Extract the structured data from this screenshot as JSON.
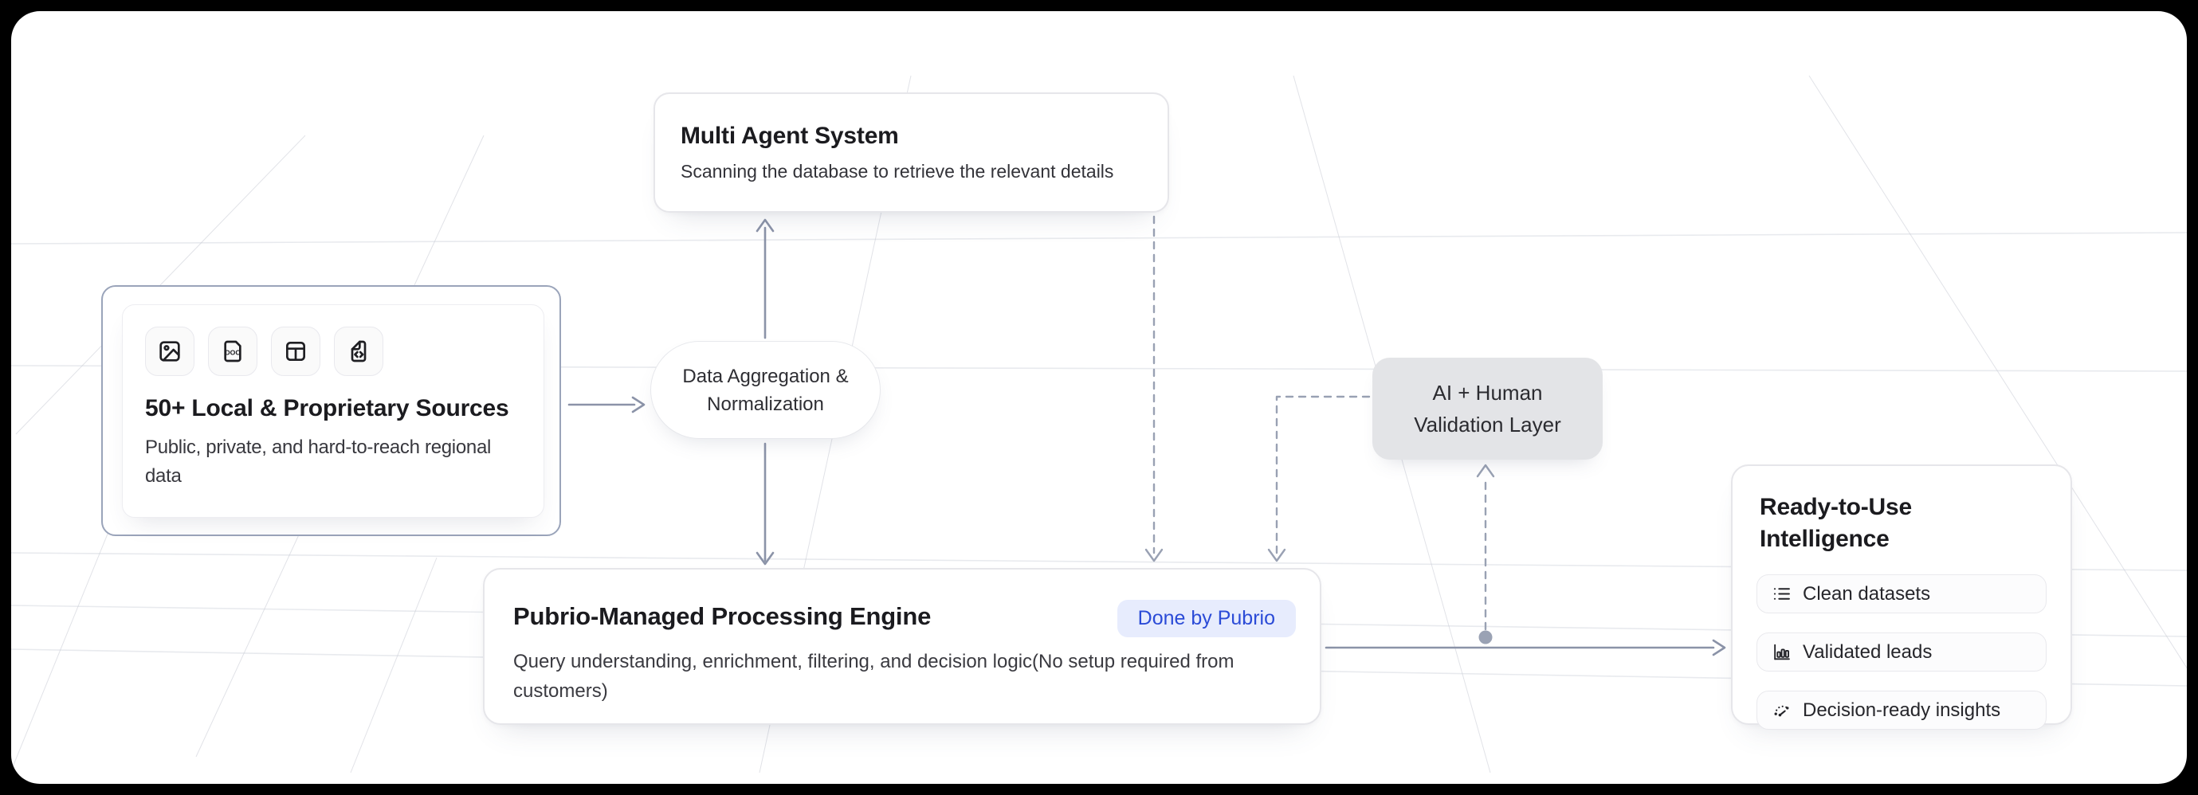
{
  "colors": {
    "accent_blue": "#2b4bd7",
    "badge_bg": "#e7ecfd",
    "connector_solid": "#8b93a8",
    "connector_dashed": "#99a1b3",
    "validation_bg": "#e3e4e7"
  },
  "nodes": {
    "multi_agent": {
      "title": "Multi Agent System",
      "subtitle": "Scanning the database to retrieve the relevant details"
    },
    "sources": {
      "title": "50+ Local & Proprietary Sources",
      "subtitle": "Public, private, and hard-to-reach regional data",
      "icons": [
        "image-icon",
        "doc-file-icon",
        "table-layout-icon",
        "code-file-icon"
      ]
    },
    "aggregation": {
      "label": "Data Aggregation & Normalization"
    },
    "validation": {
      "label": "AI + Human Validation Layer"
    },
    "engine": {
      "title": "Pubrio-Managed Processing Engine",
      "badge": "Done by Pubrio",
      "subtitle": "Query understanding, enrichment, filtering, and decision logic(No setup required from customers)"
    },
    "intelligence": {
      "title": "Ready-to-Use Intelligence",
      "items": [
        {
          "icon": "list-icon",
          "label": "Clean datasets"
        },
        {
          "icon": "bar-chart-icon",
          "label": "Validated leads"
        },
        {
          "icon": "gauge-icon",
          "label": "Decision-ready insights"
        }
      ]
    }
  }
}
